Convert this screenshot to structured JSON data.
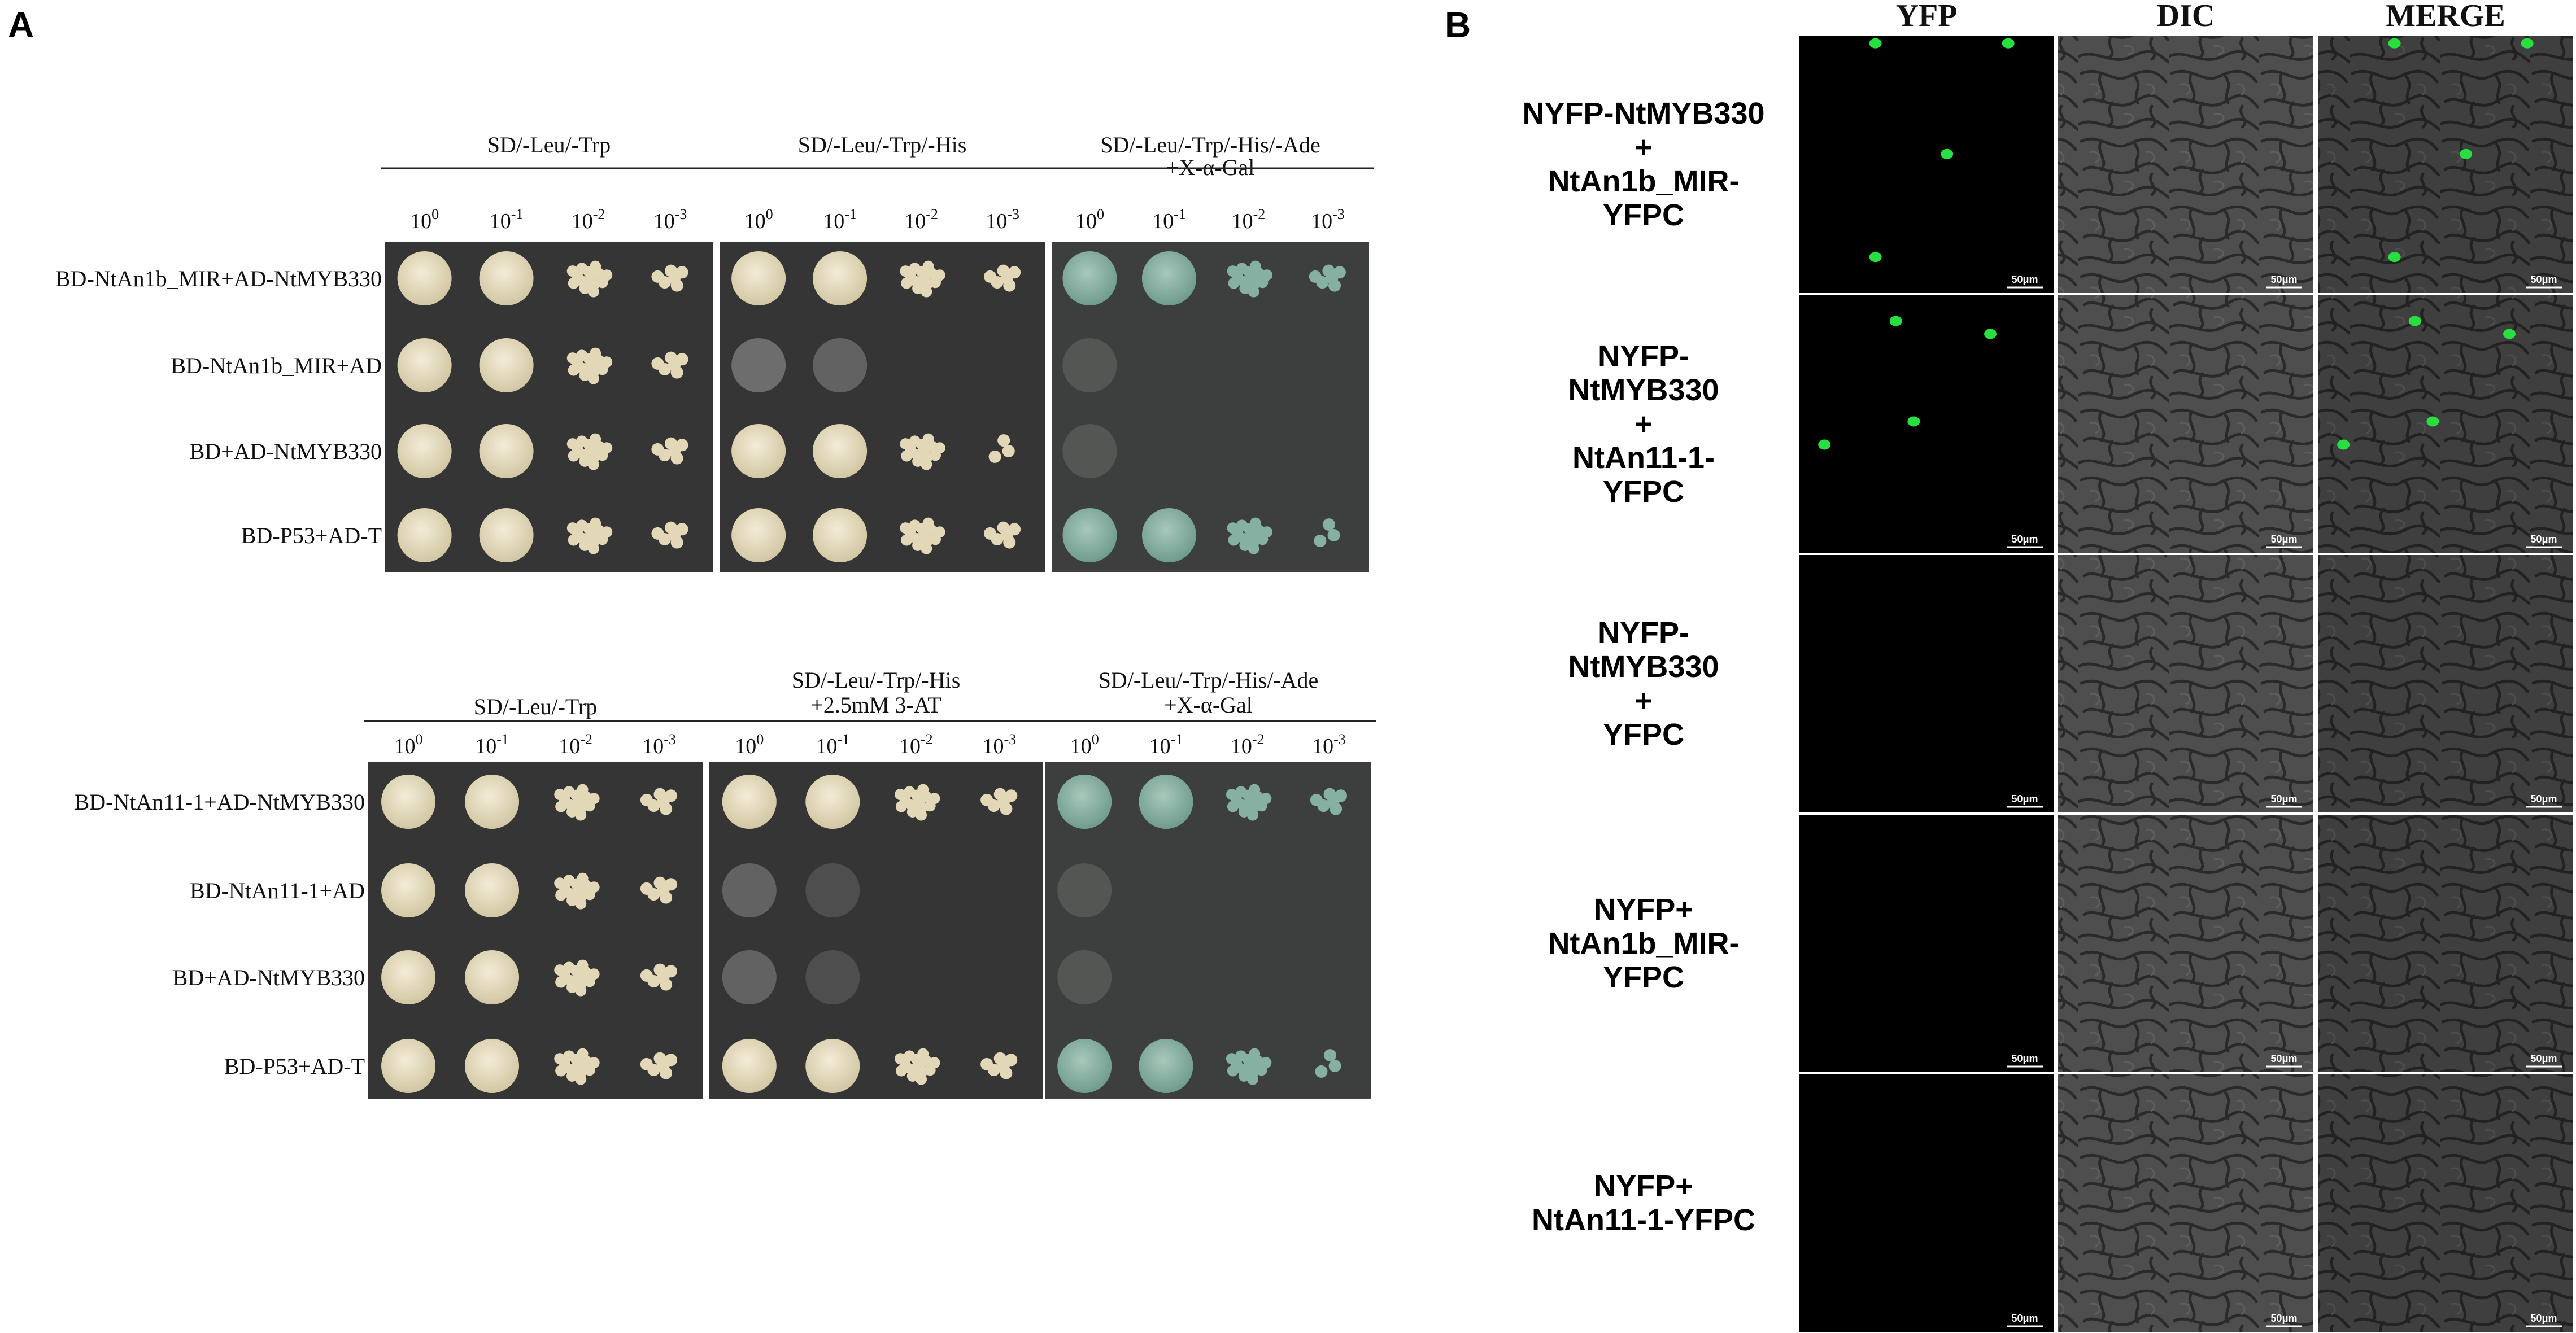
{
  "panel_a": {
    "letter": "A",
    "dilutions": [
      "10",
      "10",
      "10",
      "10"
    ],
    "exponents": [
      "0",
      "-1",
      "-2",
      "-3"
    ],
    "screens": [
      {
        "conditions": [
          {
            "line1": "SD/-Leu/-Trp",
            "line2": ""
          },
          {
            "line1": "SD/-Leu/-Trp/-His",
            "line2": ""
          },
          {
            "line1": "SD/-Leu/-Trp/-His/-Ade",
            "line2": "+X-α-Gal"
          }
        ],
        "rows": [
          "BD-NtAn1b_MIR+AD-NtMYB330",
          "BD-NtAn1b_MIR+AD",
          "BD+AD-NtMYB330",
          "BD-P53+AD-T"
        ],
        "growth": [
          [
            [
              1,
              1,
              1,
              1
            ],
            [
              1,
              1,
              1,
              1
            ],
            [
              1,
              1,
              1,
              1
            ]
          ],
          [
            [
              1,
              1,
              1,
              1
            ],
            [
              0.4,
              0.3,
              0,
              0
            ],
            [
              0.1,
              0,
              0,
              0
            ]
          ],
          [
            [
              1,
              1,
              1,
              1
            ],
            [
              1,
              1,
              1,
              0.5
            ],
            [
              0.1,
              0,
              0,
              0
            ]
          ],
          [
            [
              1,
              1,
              1,
              1
            ],
            [
              1,
              1,
              1,
              1
            ],
            [
              1,
              1,
              1,
              0.6
            ]
          ]
        ],
        "blue_plate": [
          false,
          false,
          true
        ]
      },
      {
        "conditions": [
          {
            "line1": "SD/-Leu/-Trp",
            "line2": ""
          },
          {
            "line1": "SD/-Leu/-Trp/-His",
            "line2": "+2.5mM 3-AT"
          },
          {
            "line1": "SD/-Leu/-Trp/-His/-Ade",
            "line2": "+X-α-Gal"
          }
        ],
        "rows": [
          "BD-NtAn11-1+AD-NtMYB330",
          "BD-NtAn11-1+AD",
          "BD+AD-NtMYB330",
          "BD-P53+AD-T"
        ],
        "growth": [
          [
            [
              1,
              1,
              1,
              1
            ],
            [
              1,
              1,
              1,
              1
            ],
            [
              1,
              1,
              1,
              1
            ]
          ],
          [
            [
              1,
              1,
              1,
              1
            ],
            [
              0.3,
              0.1,
              0,
              0
            ],
            [
              0.1,
              0,
              0,
              0
            ]
          ],
          [
            [
              1,
              1,
              1,
              1
            ],
            [
              0.3,
              0.1,
              0,
              0
            ],
            [
              0.1,
              0,
              0,
              0
            ]
          ],
          [
            [
              1,
              1,
              1,
              1
            ],
            [
              1,
              1,
              1,
              1
            ],
            [
              1,
              1,
              1,
              0.5
            ]
          ]
        ],
        "blue_plate": [
          false,
          false,
          true
        ]
      }
    ]
  },
  "panel_b": {
    "letter": "B",
    "columns": [
      "YFP",
      "DIC",
      "MERGE"
    ],
    "scale_bar": "50μm",
    "rows": [
      {
        "lines": [
          "NYFP-NtMYB330",
          "+",
          "NtAn1b_MIR-",
          "YFPC"
        ],
        "nuclei": [
          [
            0.3,
            0.03
          ],
          [
            0.82,
            0.03
          ],
          [
            0.58,
            0.46
          ],
          [
            0.3,
            0.86
          ]
        ]
      },
      {
        "lines": [
          "NYFP-",
          "NtMYB330",
          "+",
          "NtAn11-1-",
          "YFPC"
        ],
        "nuclei": [
          [
            0.38,
            0.1
          ],
          [
            0.75,
            0.15
          ],
          [
            0.45,
            0.49
          ],
          [
            0.1,
            0.58
          ]
        ]
      },
      {
        "lines": [
          "NYFP-",
          "NtMYB330",
          "+",
          "YFPC"
        ],
        "nuclei": []
      },
      {
        "lines": [
          "NYFP+",
          "NtAn1b_MIR-",
          "YFPC"
        ],
        "nuclei": []
      },
      {
        "lines": [
          "NYFP+",
          "NtAn11-1-YFPC"
        ],
        "nuclei": []
      }
    ]
  }
}
